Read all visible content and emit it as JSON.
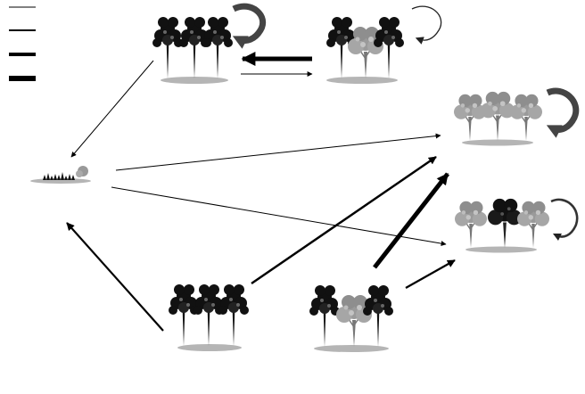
{
  "diagram": {
    "legend": {
      "items": [
        {
          "weight": 1
        },
        {
          "weight": 2
        },
        {
          "weight": 3
        },
        {
          "weight": 4
        }
      ]
    },
    "nodes": [
      {
        "id": "dark-pine-stand",
        "type": "dark conifer stand",
        "self_loop": "heavy"
      },
      {
        "id": "mixed-conifer-broadleaf",
        "type": "conifer + grey broadleaf mix",
        "self_loop": "light"
      },
      {
        "id": "open-regeneration",
        "type": "open ground with seedlings"
      },
      {
        "id": "grey-broadleaf-stand",
        "type": "grey broadleaf stand",
        "self_loop": "heavy"
      },
      {
        "id": "broadleaf-with-dark-tree",
        "type": "grey broadleaf with one dark tree",
        "self_loop": "medium"
      },
      {
        "id": "dark-mixed-stand",
        "type": "dark mixed stand"
      },
      {
        "id": "dark-grey-mix-stand",
        "type": "dark conifer with grey broadleaf"
      }
    ],
    "transitions": [
      {
        "from": "mixed-conifer-broadleaf",
        "to": "dark-pine-stand",
        "weight": 4
      },
      {
        "from": "dark-pine-stand",
        "to": "mixed-conifer-broadleaf",
        "weight": 1
      },
      {
        "from": "dark-pine-stand",
        "to": "open-regeneration",
        "weight": 1
      },
      {
        "from": "open-regeneration",
        "to": "grey-broadleaf-stand",
        "weight": 1
      },
      {
        "from": "open-regeneration",
        "to": "broadleaf-with-dark-tree",
        "weight": 1
      },
      {
        "from": "dark-mixed-stand",
        "to": "open-regeneration",
        "weight": 2
      },
      {
        "from": "dark-mixed-stand",
        "to": "grey-broadleaf-stand",
        "weight": 2
      },
      {
        "from": "dark-grey-mix-stand",
        "to": "grey-broadleaf-stand",
        "weight": 4
      },
      {
        "from": "dark-grey-mix-stand",
        "to": "broadleaf-with-dark-tree",
        "weight": 2
      }
    ],
    "colors": {
      "dark_tree": "#111111",
      "grey_tree": "#9a9a9a",
      "ground": "#b5b5b5",
      "arrow": "#000000",
      "loop_heavy": "#4a4a4a"
    }
  }
}
